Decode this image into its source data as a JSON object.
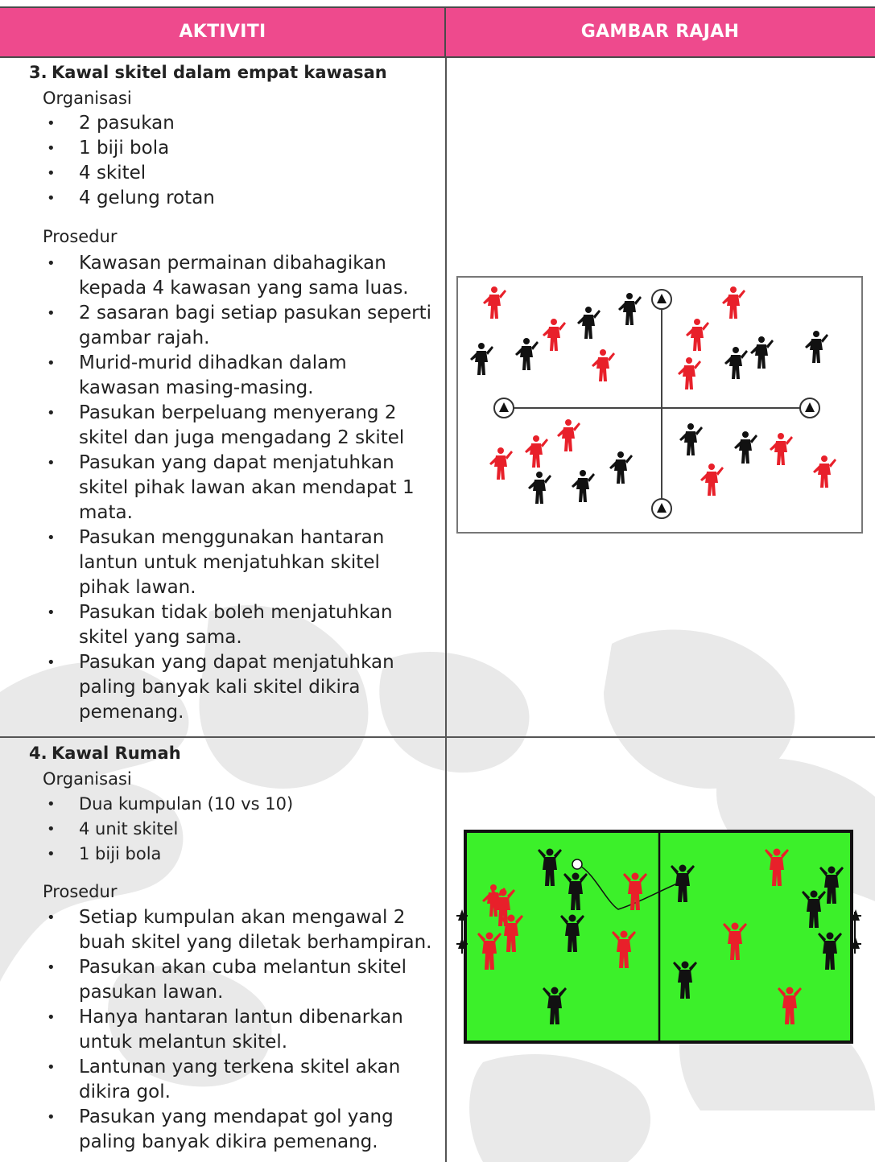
{
  "header": {
    "col_activity": "AKTIVITI",
    "col_diagram": "GAMBAR RAJAH"
  },
  "activities": [
    {
      "number": "3.",
      "title": "Kawal skitel dalam empat kawasan",
      "organisasi_label": "Organisasi",
      "organisasi": [
        "2 pasukan",
        "1 biji bola",
        "4 skitel",
        "4 gelung rotan"
      ],
      "prosedur_label": "Prosedur",
      "prosedur": [
        "Kawasan permainan dibahagikan kepada 4 kawasan yang sama luas.",
        "2 sasaran bagi setiap pasukan seperti gambar rajah.",
        "Murid-murid dihadkan dalam kawasan masing-masing.",
        "Pasukan berpeluang menyerang 2 skitel dan juga mengadang 2 skitel",
        "Pasukan yang dapat menjatuhkan skitel pihak lawan akan mendapat 1 mata.",
        "Pasukan menggunakan hantaran lantun  untuk menjatuhkan skitel pihak lawan.",
        "Pasukan tidak boleh menjatuhkan skitel yang sama.",
        "Pasukan yang dapat menjatuhkan paling banyak kali skitel dikira pemenang."
      ]
    },
    {
      "number": "4.",
      "title": "Kawal Rumah",
      "organisasi_label": "Organisasi",
      "organisasi": [
        "Dua kumpulan (10 vs 10)",
        "4 unit skitel",
        "1 biji bola"
      ],
      "prosedur_label": "Prosedur",
      "prosedur": [
        "Setiap kumpulan akan mengawal 2 buah skitel yang diletak berhampiran.",
        "Pasukan  akan cuba melantun skitel pasukan lawan.",
        "Hanya hantaran lantun dibenarkan untuk melantun skitel.",
        "Lantunan yang terkena skitel akan dikira gol.",
        "Pasukan yang mendapat gol yang paling banyak dikira pemenang."
      ]
    }
  ],
  "colors": {
    "header_bg": "#ee4a8d",
    "header_text": "#ffffff",
    "team_red": "#e8202a",
    "team_black": "#111111",
    "pitch_green": "#3cf02a"
  }
}
